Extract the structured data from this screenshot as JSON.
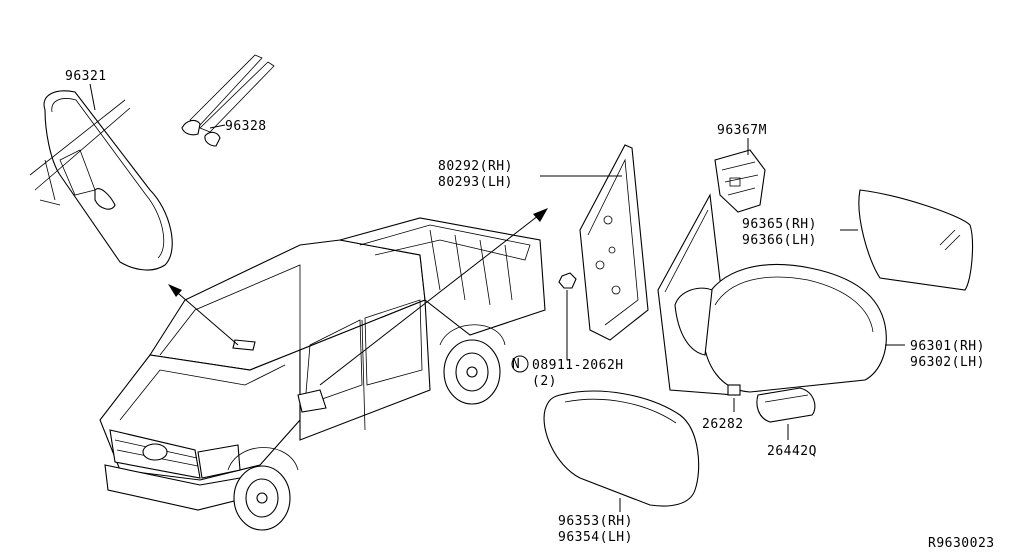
{
  "labels": {
    "p96321": "96321",
    "p96328": "96328",
    "p80292": "80292(RH)",
    "p80293": "80293(LH)",
    "p96367m": "96367M",
    "p96365": "96365(RH)",
    "p96366": "96366(LH)",
    "p96301": "96301(RH)",
    "p96302": "96302(LH)",
    "p08911": "08911-2062H",
    "p08911_qty": "(2)",
    "p08911_prefix": "N",
    "p26282": "26282",
    "p26442q": "26442Q",
    "p96353": "96353(RH)",
    "p96354": "96354(LH)",
    "ref": "R9630023"
  }
}
